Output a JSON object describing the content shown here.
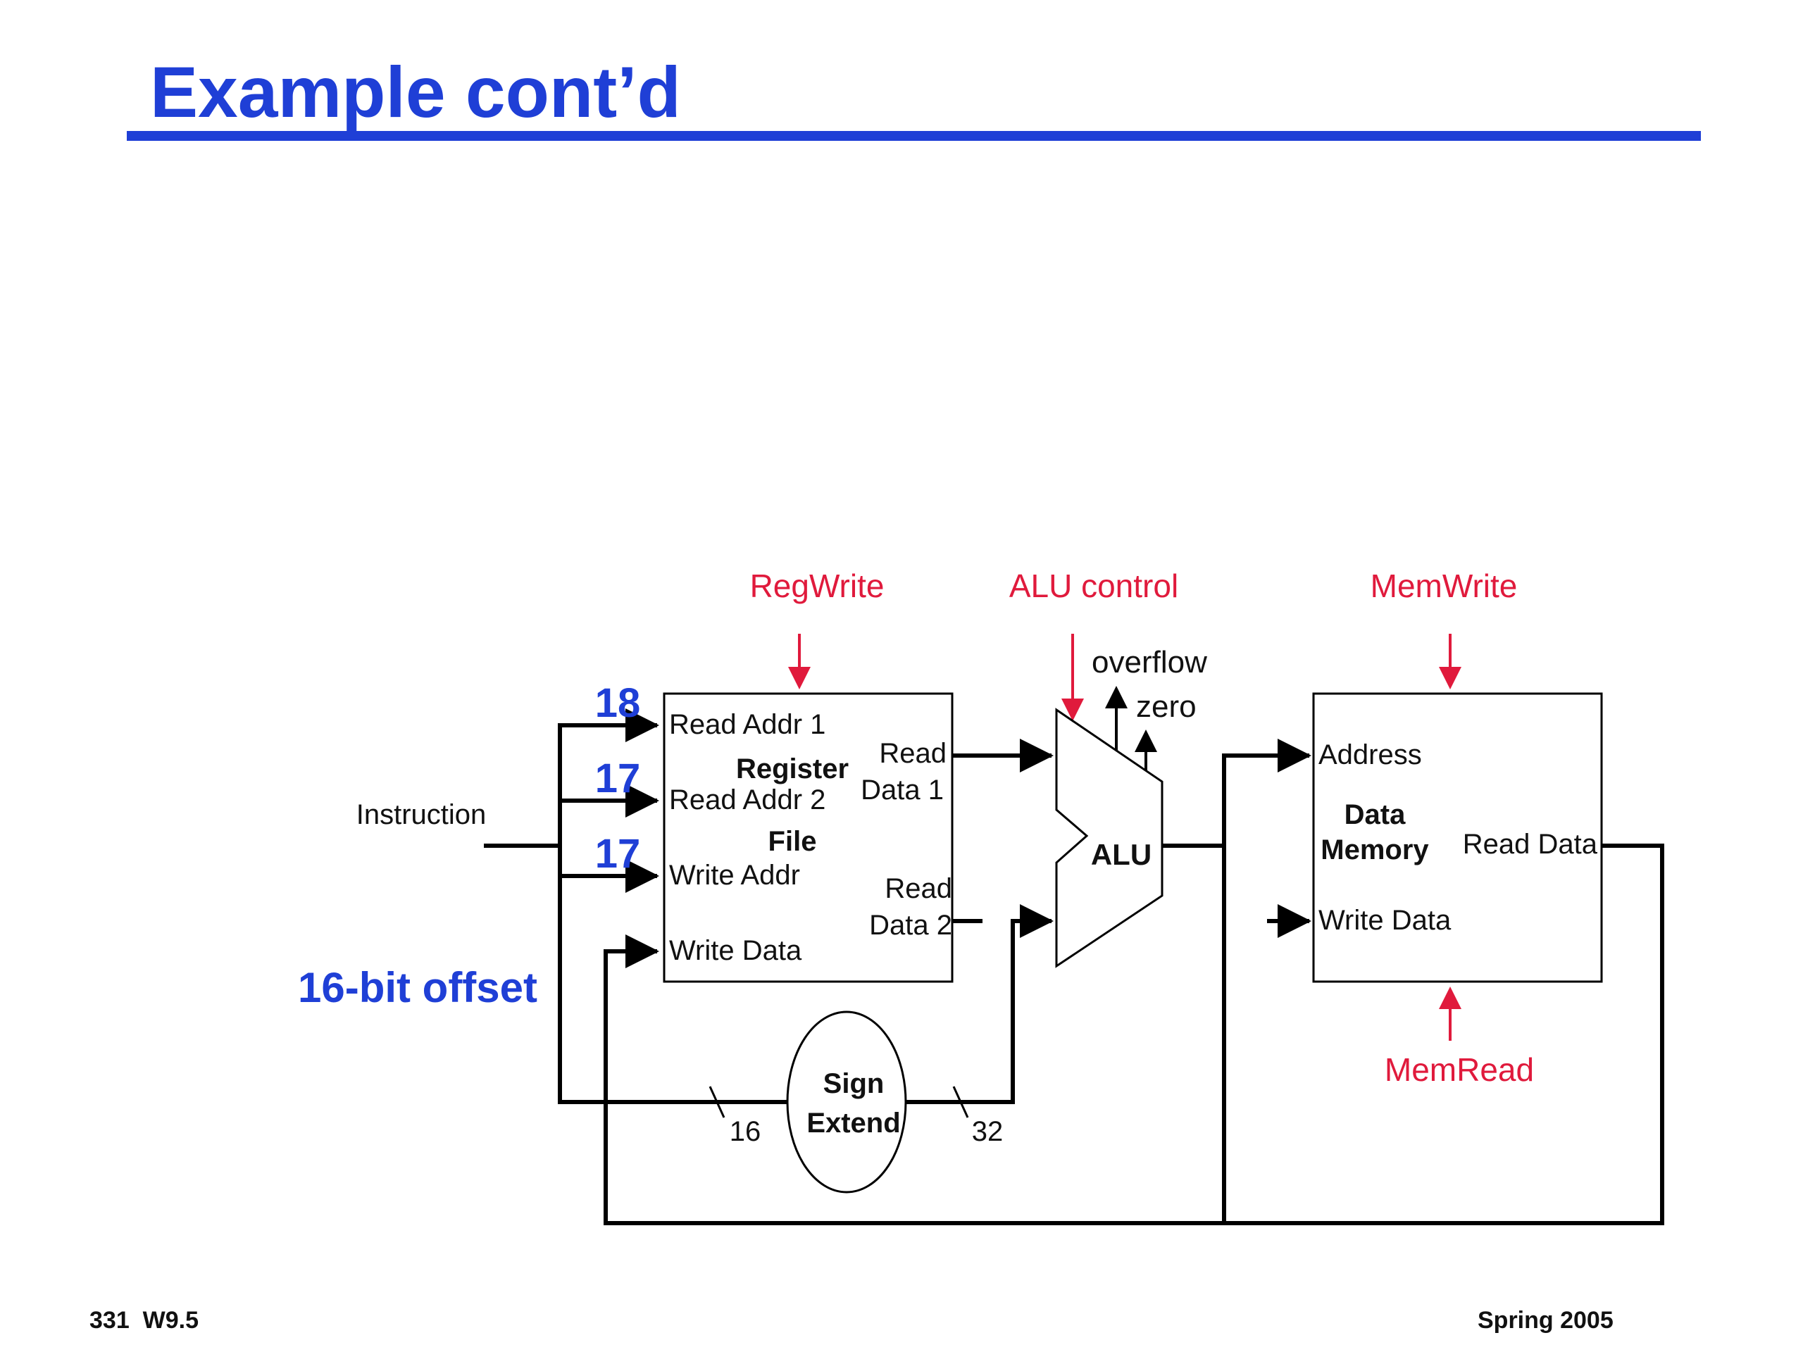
{
  "slide": {
    "title": "Example cont’d",
    "footer_left": "331  W9.5",
    "footer_right": "Spring 2005"
  },
  "colors": {
    "title_blue": "#1f3fd6",
    "control_red": "#e01a3c",
    "wire_black": "#000000"
  },
  "diagram": {
    "control_signals": {
      "regwrite": "RegWrite",
      "alu_control": "ALU control",
      "memwrite": "MemWrite",
      "memread": "MemRead"
    },
    "instruction_label": "Instruction",
    "field_values": {
      "read_addr_1": "18",
      "read_addr_2": "17",
      "write_addr": "17",
      "offset": "16-bit offset"
    },
    "register_file": {
      "title_line1": "Register",
      "title_line2": "File",
      "read_addr_1": "Read Addr 1",
      "read_addr_2": "Read Addr 2",
      "write_addr": "Write Addr",
      "write_data": "Write Data",
      "read_data_1_line1": "Read",
      "read_data_1_line2": "Data 1",
      "read_data_2_line1": "Read",
      "read_data_2_line2": "Data 2"
    },
    "alu": {
      "label": "ALU",
      "overflow": "overflow",
      "zero": "zero"
    },
    "data_memory": {
      "title_line1": "Data",
      "title_line2": "Memory",
      "address": "Address",
      "write_data": "Write Data",
      "read_data": "Read Data"
    },
    "sign_extend": {
      "line1": "Sign",
      "line2": "Extend",
      "input_width": "16",
      "output_width": "32"
    }
  }
}
